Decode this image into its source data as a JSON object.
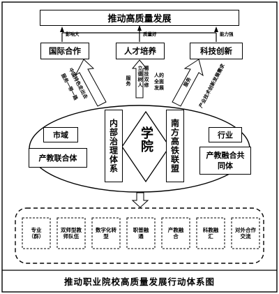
{
  "title": "推动高质量发展",
  "footer": "推动职业院校高质量发展行动体系图",
  "upper_boxes": {
    "left": "国际合作",
    "center": "人才培养",
    "right": "科技创新"
  },
  "arrow_captions": {
    "left": "影响大",
    "center": "质量好",
    "right": "能力强"
  },
  "diagonal_texts": {
    "left_a": "中国特色走出去",
    "left_b": "服务一带一路",
    "center_a": "立德树人",
    "center_b": "德技双修",
    "center_c": "服务",
    "center_d": "人的全面发展",
    "right_a": "服务",
    "right_b": "产业技术创新发展需求"
  },
  "ellipse": {
    "left_label": "内部治理体系",
    "center_label": "学院",
    "right_label": "南方高铁联盟",
    "side_left_top": "市域",
    "side_left_bottom": "产教联合体",
    "side_right_top": "行业",
    "side_right_bottom": "产教融合共同体"
  },
  "bottom_items": [
    "专业（群）",
    "双师型教师队伍",
    "数字化转型",
    "职普融通",
    "产教融合",
    "科教融汇",
    "对外合作交流"
  ]
}
